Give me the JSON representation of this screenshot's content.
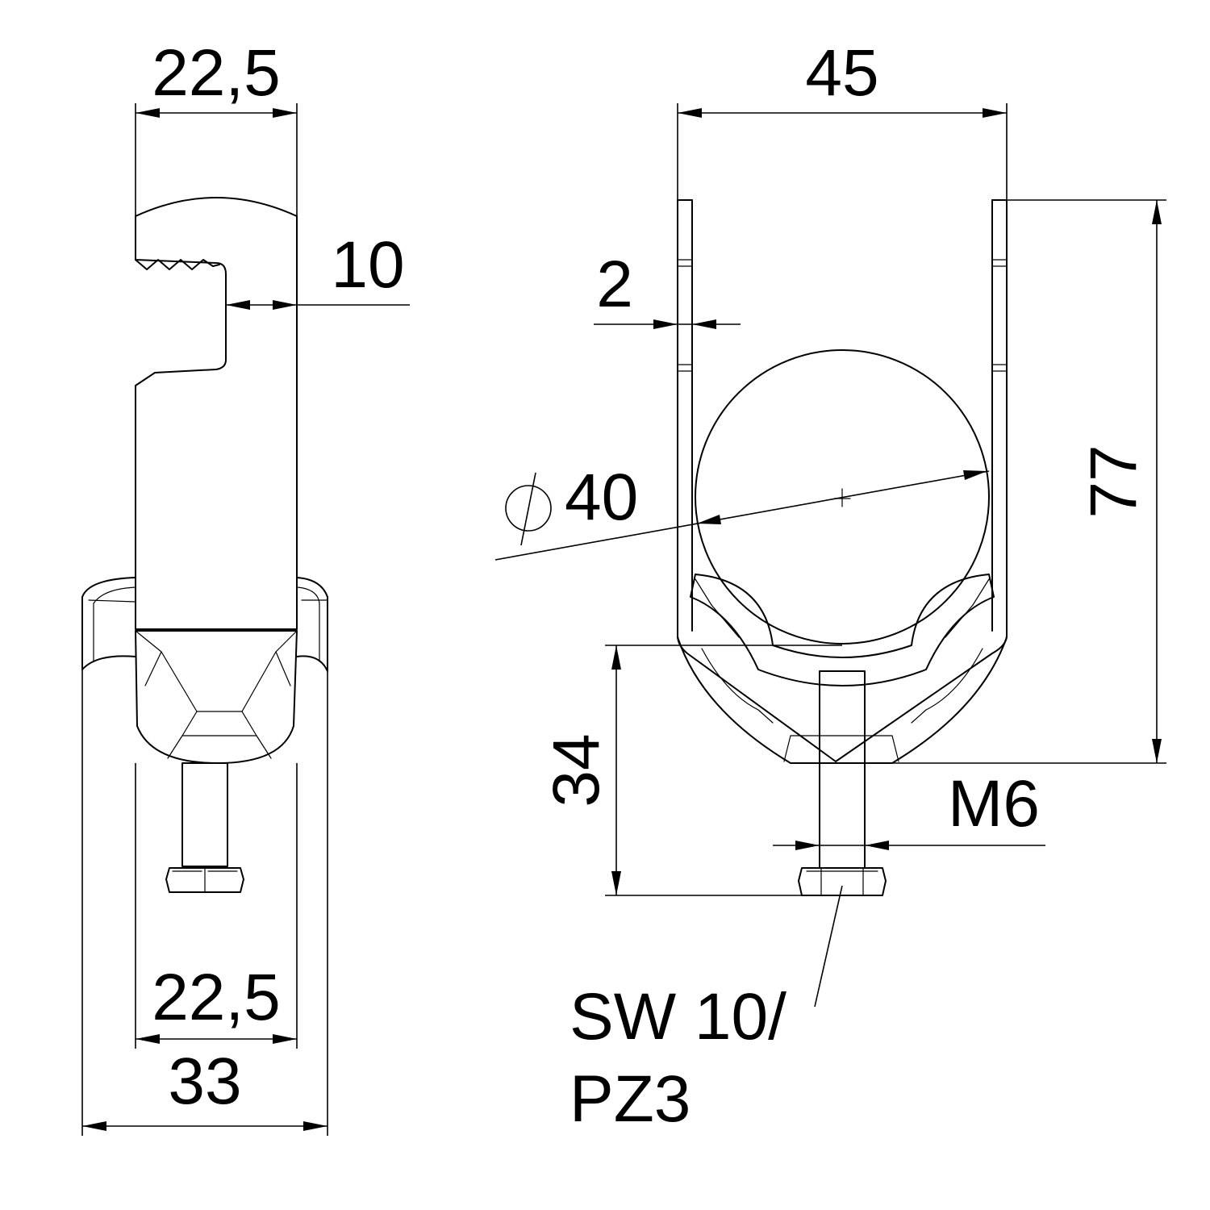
{
  "dimensions": {
    "side_top_width": "22,5",
    "hook_depth": "10",
    "side_bottom_width": "22,5",
    "side_overall_width": "33",
    "front_width": "45",
    "wall_thickness": "2",
    "pipe_diameter": "40",
    "total_height": "77",
    "base_height": "34",
    "thread": "M6",
    "drive_line1": "SW 10/",
    "drive_line2": "PZ3"
  }
}
